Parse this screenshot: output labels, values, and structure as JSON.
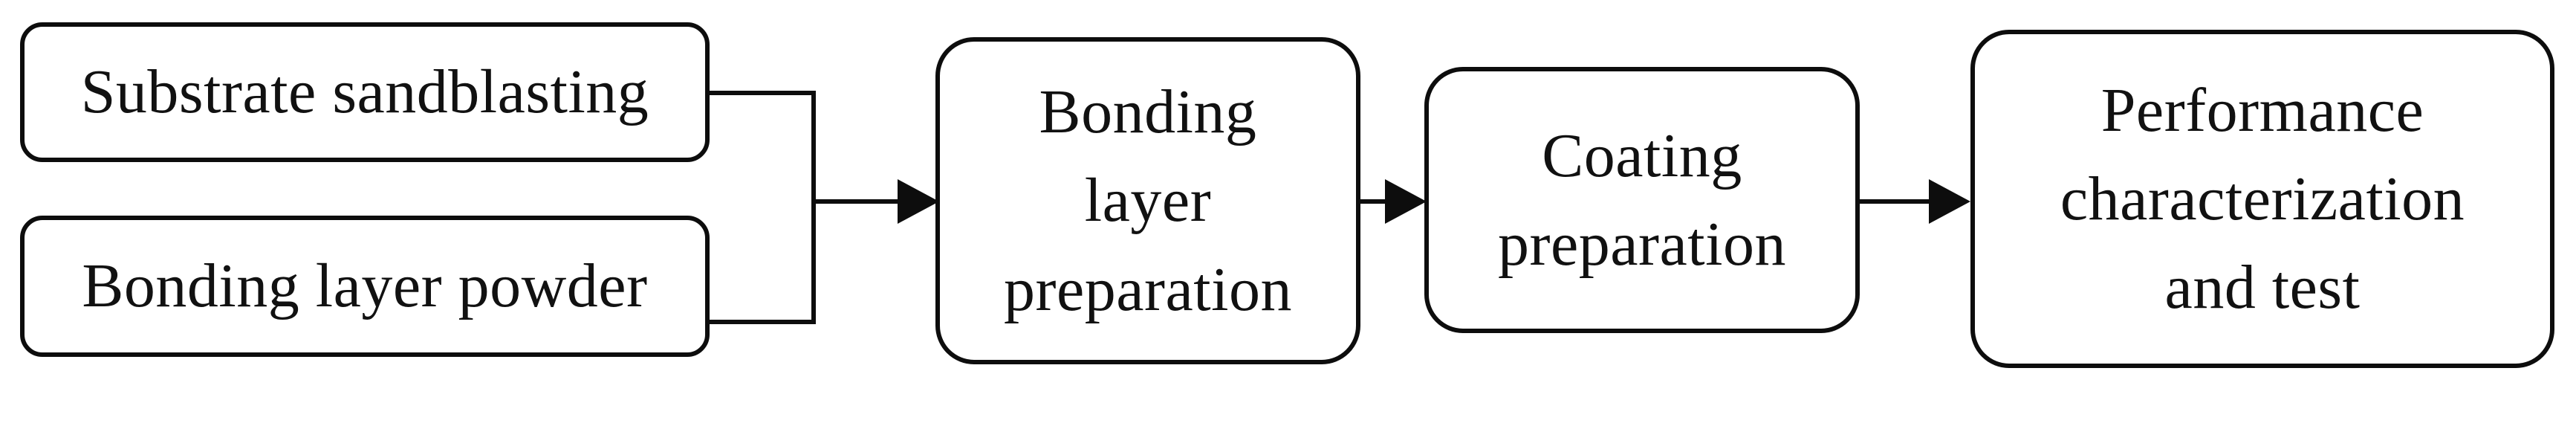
{
  "diagram": {
    "title": "Coating preparation and evaluation process flowchart",
    "background_color": "#ffffff",
    "stroke_color": "#0d0d0d",
    "text_color": "#111111",
    "nodes": [
      {
        "id": "substrate-sandblasting",
        "label": "Substrate sandblasting"
      },
      {
        "id": "bonding-layer-powder",
        "label": "Bonding layer powder"
      },
      {
        "id": "bonding-layer-preparation",
        "label": "Bonding\nlayer\npreparation"
      },
      {
        "id": "coating-preparation",
        "label": "Coating\npreparation"
      },
      {
        "id": "performance-characterization",
        "label": "Performance\ncharacterization\nand test"
      }
    ],
    "connectors": [
      {
        "id": "merge-to-bonding-layer-preparation",
        "from": [
          "substrate-sandblasting",
          "bonding-layer-powder"
        ],
        "to": "bonding-layer-preparation",
        "style": "orthogonal-merge",
        "arrow": "right"
      },
      {
        "id": "bonding-to-coating",
        "from": [
          "bonding-layer-preparation"
        ],
        "to": "coating-preparation",
        "style": "straight",
        "arrow": "right"
      },
      {
        "id": "coating-to-performance",
        "from": [
          "coating-preparation"
        ],
        "to": "performance-characterization",
        "style": "straight",
        "arrow": "right"
      }
    ]
  }
}
